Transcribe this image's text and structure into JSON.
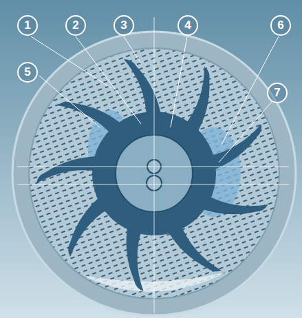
{
  "diagram": {
    "labels": [
      "1",
      "2",
      "3",
      "4",
      "6",
      "5",
      "7"
    ]
  }
}
